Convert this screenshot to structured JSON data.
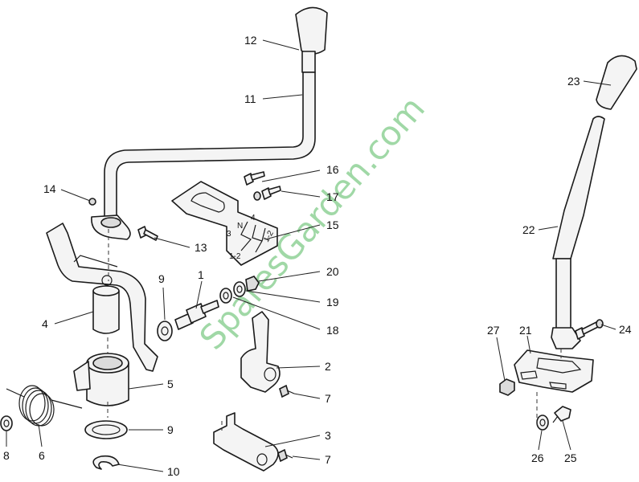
{
  "watermark": "SparesGarden.com",
  "colors": {
    "watermark": "#2eaa3c",
    "line": "#1a1a1a",
    "fill": "#f4f4f4"
  },
  "plate": {
    "n": "N",
    "g3": "3",
    "g4": "4",
    "g12a": "1-2",
    "g12b": "1-2"
  },
  "labels": {
    "l1": "1",
    "l2": "2",
    "l3": "3",
    "l4": "4",
    "l5": "5",
    "l6": "6",
    "l7a": "7",
    "l7b": "7",
    "l8": "8",
    "l9a": "9",
    "l9b": "9",
    "l10": "10",
    "l11": "11",
    "l12": "12",
    "l13": "13",
    "l14": "14",
    "l15": "15",
    "l16": "16",
    "l17": "17",
    "l18": "18",
    "l19": "19",
    "l20": "20",
    "l21": "21",
    "l22": "22",
    "l23": "23",
    "l24": "24",
    "l25": "25",
    "l26": "26",
    "l27": "27"
  }
}
